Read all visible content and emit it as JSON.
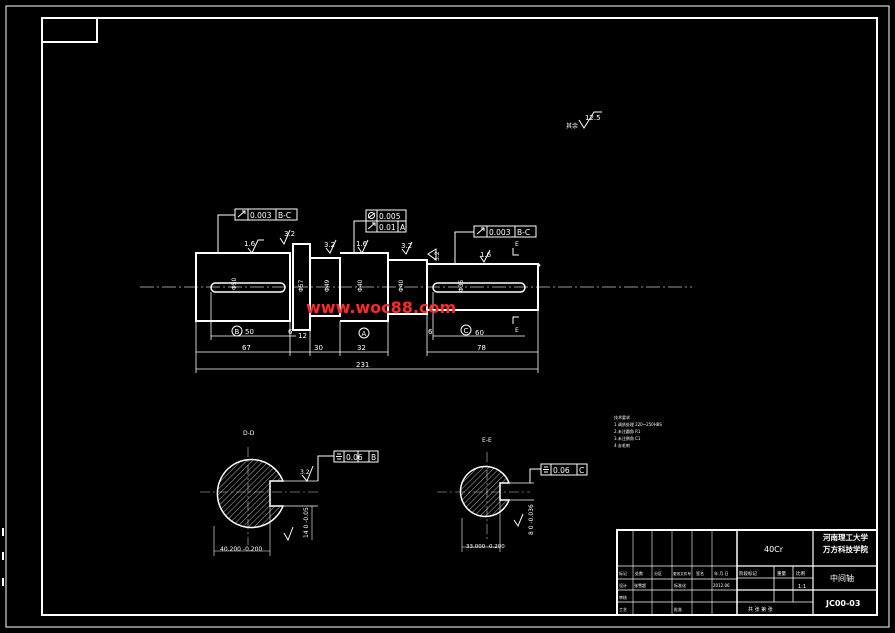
{
  "colors": {
    "background": "#000000",
    "line": "#ffffff",
    "centerline": "#c8c8c8",
    "watermark": "#ff2a2a"
  },
  "surface_finish_general": "12.5",
  "surface_finish_general_prefix": "其余",
  "gdt": {
    "left_runout": "0.003",
    "left_runout_ref": "B-C",
    "mid_cyl": "0.005",
    "mid_runout": "0.01",
    "mid_runout_ref": "A",
    "right_runout": "0.003",
    "right_runout_ref": "B-C",
    "sym_left": "0.06",
    "sym_left_ref": "B",
    "sym_right": "0.06",
    "sym_right_ref": "C"
  },
  "roughness": {
    "r1": "1.6",
    "r2": "3.2",
    "r3": "3.2",
    "r4": "1.6",
    "r5": "3.2",
    "r6": "1.6",
    "r7": "3.2"
  },
  "datums": {
    "b": "B",
    "a": "A",
    "c": "C"
  },
  "dimensions": {
    "d_key_left": "50",
    "d_67": "67",
    "d_6_left": "6",
    "d_12": "12",
    "d_30": "30",
    "d_32": "32",
    "d_6_right": "6",
    "d_60": "60",
    "d_78": "78",
    "d_231": "231",
    "dia_1": "Φ50",
    "dia_2": "Φ57",
    "dia_3": "Φ49",
    "dia_4": "Φ40",
    "dia_5": "Φ40",
    "dia_6": "Φ35"
  },
  "section_markers": {
    "e_top": "E",
    "e_bottom": "E",
    "left_label": "D-D",
    "right_label": "E-E"
  },
  "section_dims": {
    "left_width": "40.200 -0.200",
    "left_depth": "14 0 -0.05",
    "right_width": "33.000 -0.200",
    "right_depth": "8 0 -0.036"
  },
  "notes": [
    "技术要求",
    "1.调质处理 220~250HBS",
    "2.未注圆角 R1",
    "3.未注倒角 C1",
    "4.去毛刺"
  ],
  "watermark": "www.woc88.com",
  "title_block": {
    "school_line1": "河南理工大学",
    "school_line2": "万方科技学院",
    "material": "40Cr",
    "part_name": "中间轴",
    "drawing_no": "JC00-03",
    "scale": "1:1",
    "scale_label": "比例",
    "weight_label": "重量",
    "stage_label": "阶段标记",
    "sheets": "共 张 第 张",
    "row1": [
      "标记",
      "处数",
      "分区",
      "更改文件号",
      "签名",
      "年.月.日"
    ],
    "designer_label": "设计",
    "designer_name": "张雪超",
    "std_label": "标准化",
    "date": "2012.06",
    "review_label": "审核",
    "process_label": "工艺",
    "approve_label": "批准"
  }
}
